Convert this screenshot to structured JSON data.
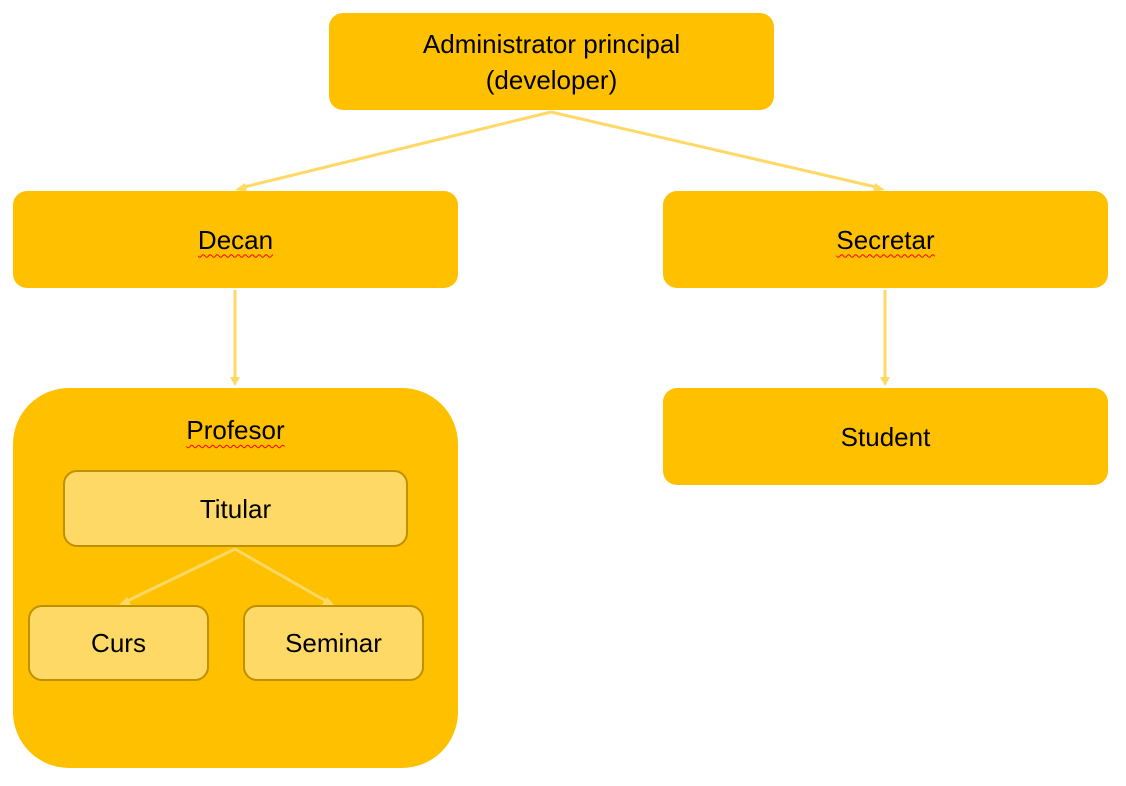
{
  "diagram": {
    "nodes": {
      "admin": {
        "line1": "Administrator principal",
        "line2": "(developer)"
      },
      "decan": {
        "label": "Decan"
      },
      "secretar": {
        "label": "Secretar"
      },
      "profesor": {
        "label": "Profesor"
      },
      "titular": {
        "label": "Titular"
      },
      "curs": {
        "label": "Curs"
      },
      "seminar": {
        "label": "Seminar"
      },
      "student": {
        "label": "Student"
      }
    },
    "edges": [
      {
        "from": "Administrator principal",
        "to": "Decan"
      },
      {
        "from": "Administrator principal",
        "to": "Secretar"
      },
      {
        "from": "Decan",
        "to": "Profesor"
      },
      {
        "from": "Secretar",
        "to": "Student"
      },
      {
        "from": "Titular",
        "to": "Curs"
      },
      {
        "from": "Titular",
        "to": "Seminar"
      }
    ],
    "colors": {
      "box_fill": "#FFC000",
      "inner_box_fill": "#FFD966",
      "inner_box_border": "#BF9000",
      "connector": "#FFD966",
      "spellcheck_underline": "#FF0000"
    }
  }
}
